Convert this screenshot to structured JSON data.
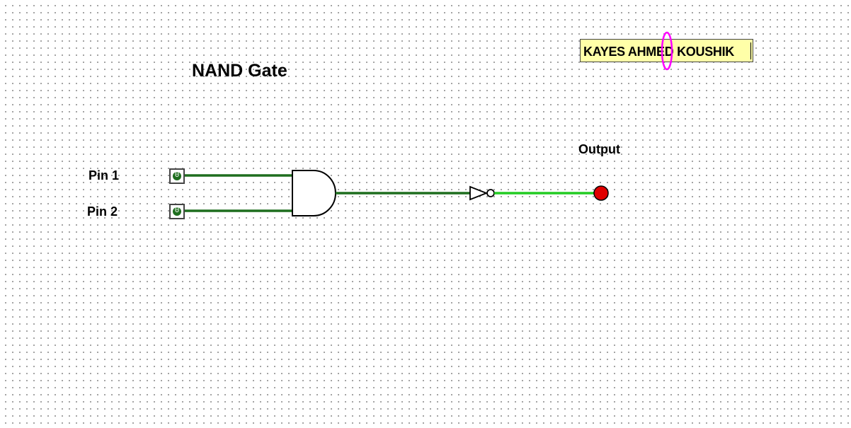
{
  "title": "NAND Gate",
  "author_label": "KAYES AHMED KOUSHIK",
  "inputs": [
    {
      "label": "Pin 1",
      "value": "0"
    },
    {
      "label": "Pin 2",
      "value": "0"
    }
  ],
  "output": {
    "label": "Output"
  },
  "colors": {
    "wire_low": "#1e6e1e",
    "wire_high": "#22cc22",
    "output_led": "#e00000",
    "text_box_bg": "#ffffa8",
    "selection_handle": "#ff00ff"
  }
}
